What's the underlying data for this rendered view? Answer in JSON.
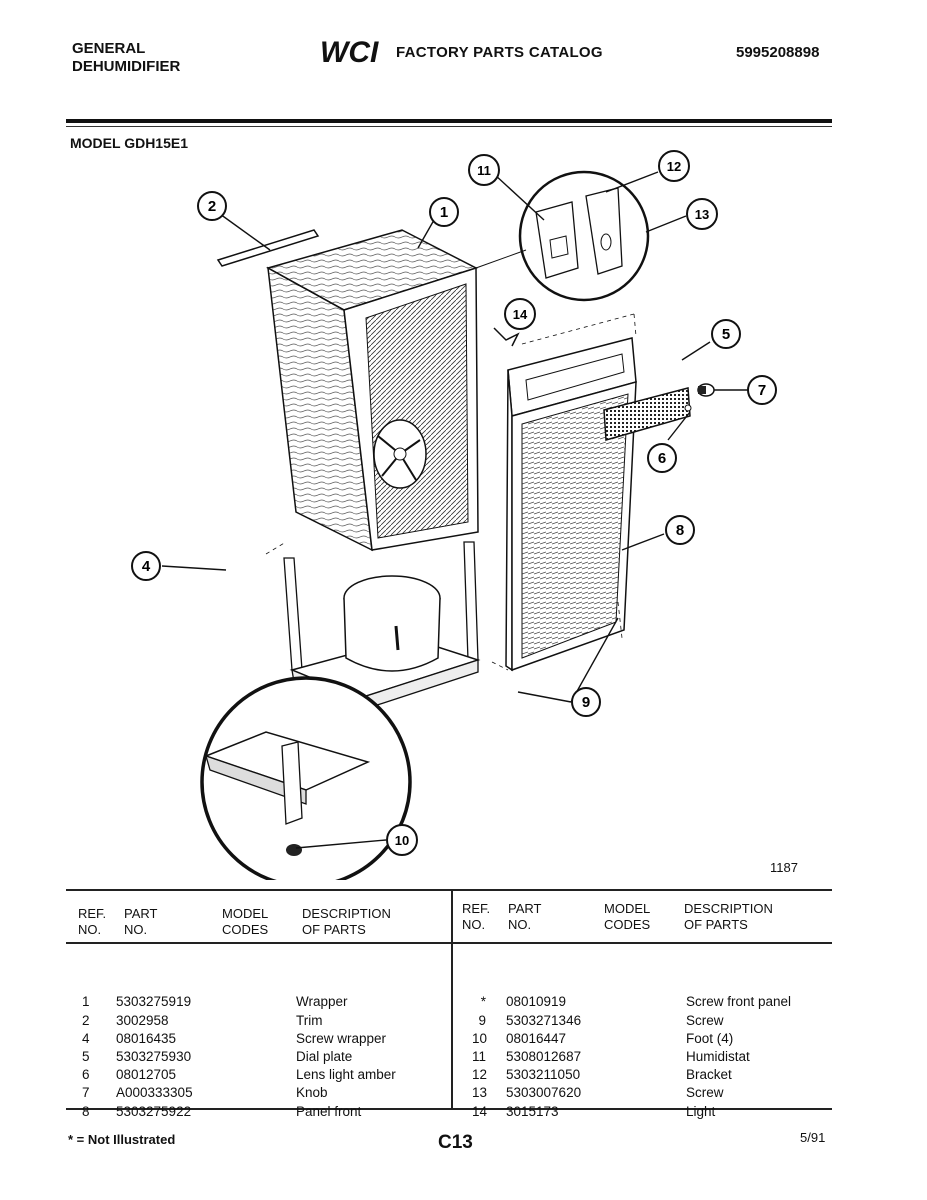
{
  "header": {
    "brand_line1": "GENERAL",
    "brand_line2": "DEHUMIDIFIER",
    "logo": "WCI",
    "catalog_title": "FACTORY PARTS CATALOG",
    "catalog_number": "5995208898"
  },
  "model_line": "MODEL GDH15E1",
  "diagram": {
    "callouts": [
      "1",
      "2",
      "4",
      "5",
      "6",
      "7",
      "8",
      "9",
      "10",
      "11",
      "12",
      "13",
      "14"
    ],
    "code": "1187"
  },
  "table": {
    "headers": {
      "ref1": "REF.",
      "ref2": "NO.",
      "part1": "PART",
      "part2": "NO.",
      "model1": "MODEL",
      "model2": "CODES",
      "desc1": "DESCRIPTION",
      "desc2": "OF PARTS"
    },
    "left": {
      "ref": [
        "1",
        "2",
        "4",
        "5",
        "6",
        "7",
        "8"
      ],
      "part": [
        "5303275919",
        "3002958",
        "08016435",
        "5303275930",
        "08012705",
        "A000333305",
        "5303275922"
      ],
      "desc": [
        "Wrapper",
        "Trim",
        "Screw wrapper",
        "Dial plate",
        "Lens light amber",
        "Knob",
        "Panel front"
      ]
    },
    "right": {
      "ref": [
        "*",
        "9",
        "10",
        "11",
        "12",
        "13",
        "14"
      ],
      "part": [
        "08010919",
        "5303271346",
        "08016447",
        "5308012687",
        "5303211050",
        "5303007620",
        "3015173"
      ],
      "desc": [
        "Screw front panel",
        "Screw",
        "Foot (4)",
        "Humidistat",
        "Bracket",
        "Screw",
        "Light"
      ]
    }
  },
  "footer": {
    "note": "* = Not Illustrated",
    "page": "C13",
    "date": "5/91"
  }
}
